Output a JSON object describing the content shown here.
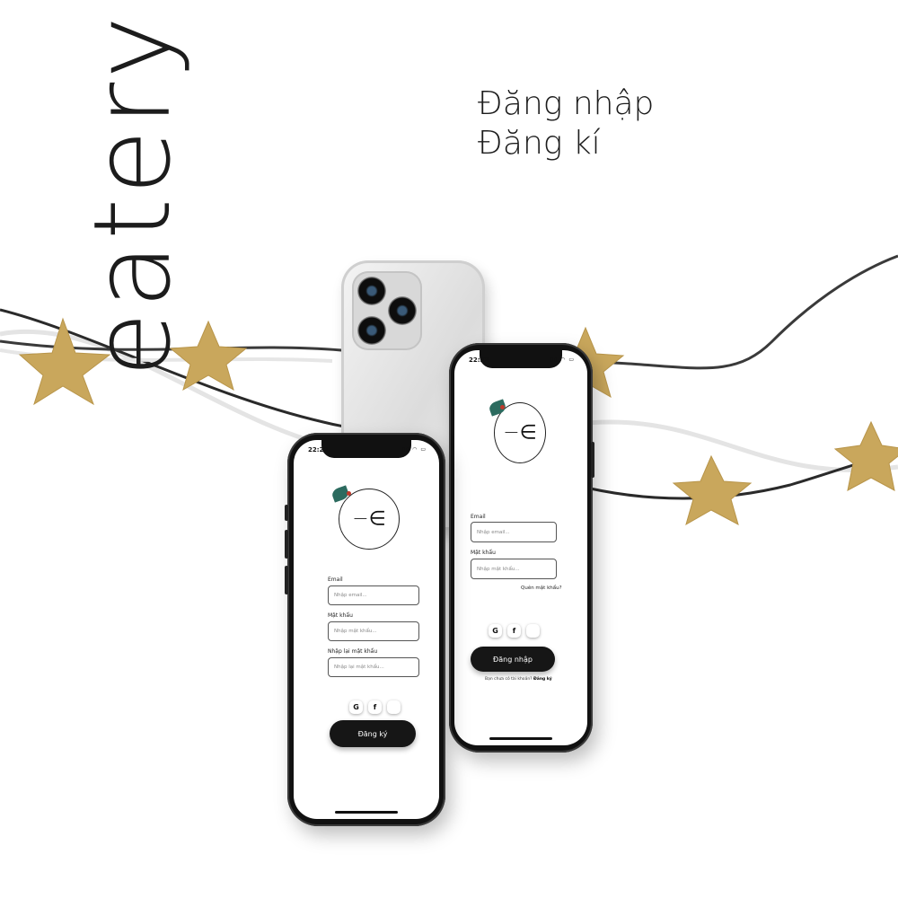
{
  "brand": "eatery",
  "headline": {
    "line1": "Đăng nhập",
    "line2": "Đăng kí"
  },
  "colors": {
    "star": "#c9a75c",
    "string": "#2a2a2a",
    "phone_frame": "#111111",
    "cta": "#161616"
  },
  "status_bar": {
    "time": "22:22"
  },
  "register_screen": {
    "email_label": "Email",
    "email_placeholder": "Nhập email...",
    "password_label": "Mật khẩu",
    "password_placeholder": "Nhập mật khẩu...",
    "confirm_label": "Nhập lại mật khẩu",
    "confirm_placeholder": "Nhập lại mật khẩu...",
    "social": [
      "G",
      "f",
      ""
    ],
    "submit_label": "Đăng ký"
  },
  "login_screen": {
    "email_label": "Email",
    "email_placeholder": "Nhập email...",
    "password_label": "Mật khẩu",
    "password_placeholder": "Nhập mật khẩu...",
    "forgot_label": "Quên mật khẩu?",
    "social": [
      "G",
      "f",
      ""
    ],
    "submit_label": "Đăng nhập",
    "signup_prompt": "Bạn chưa có tài khoản?",
    "signup_link": "Đăng ký"
  }
}
